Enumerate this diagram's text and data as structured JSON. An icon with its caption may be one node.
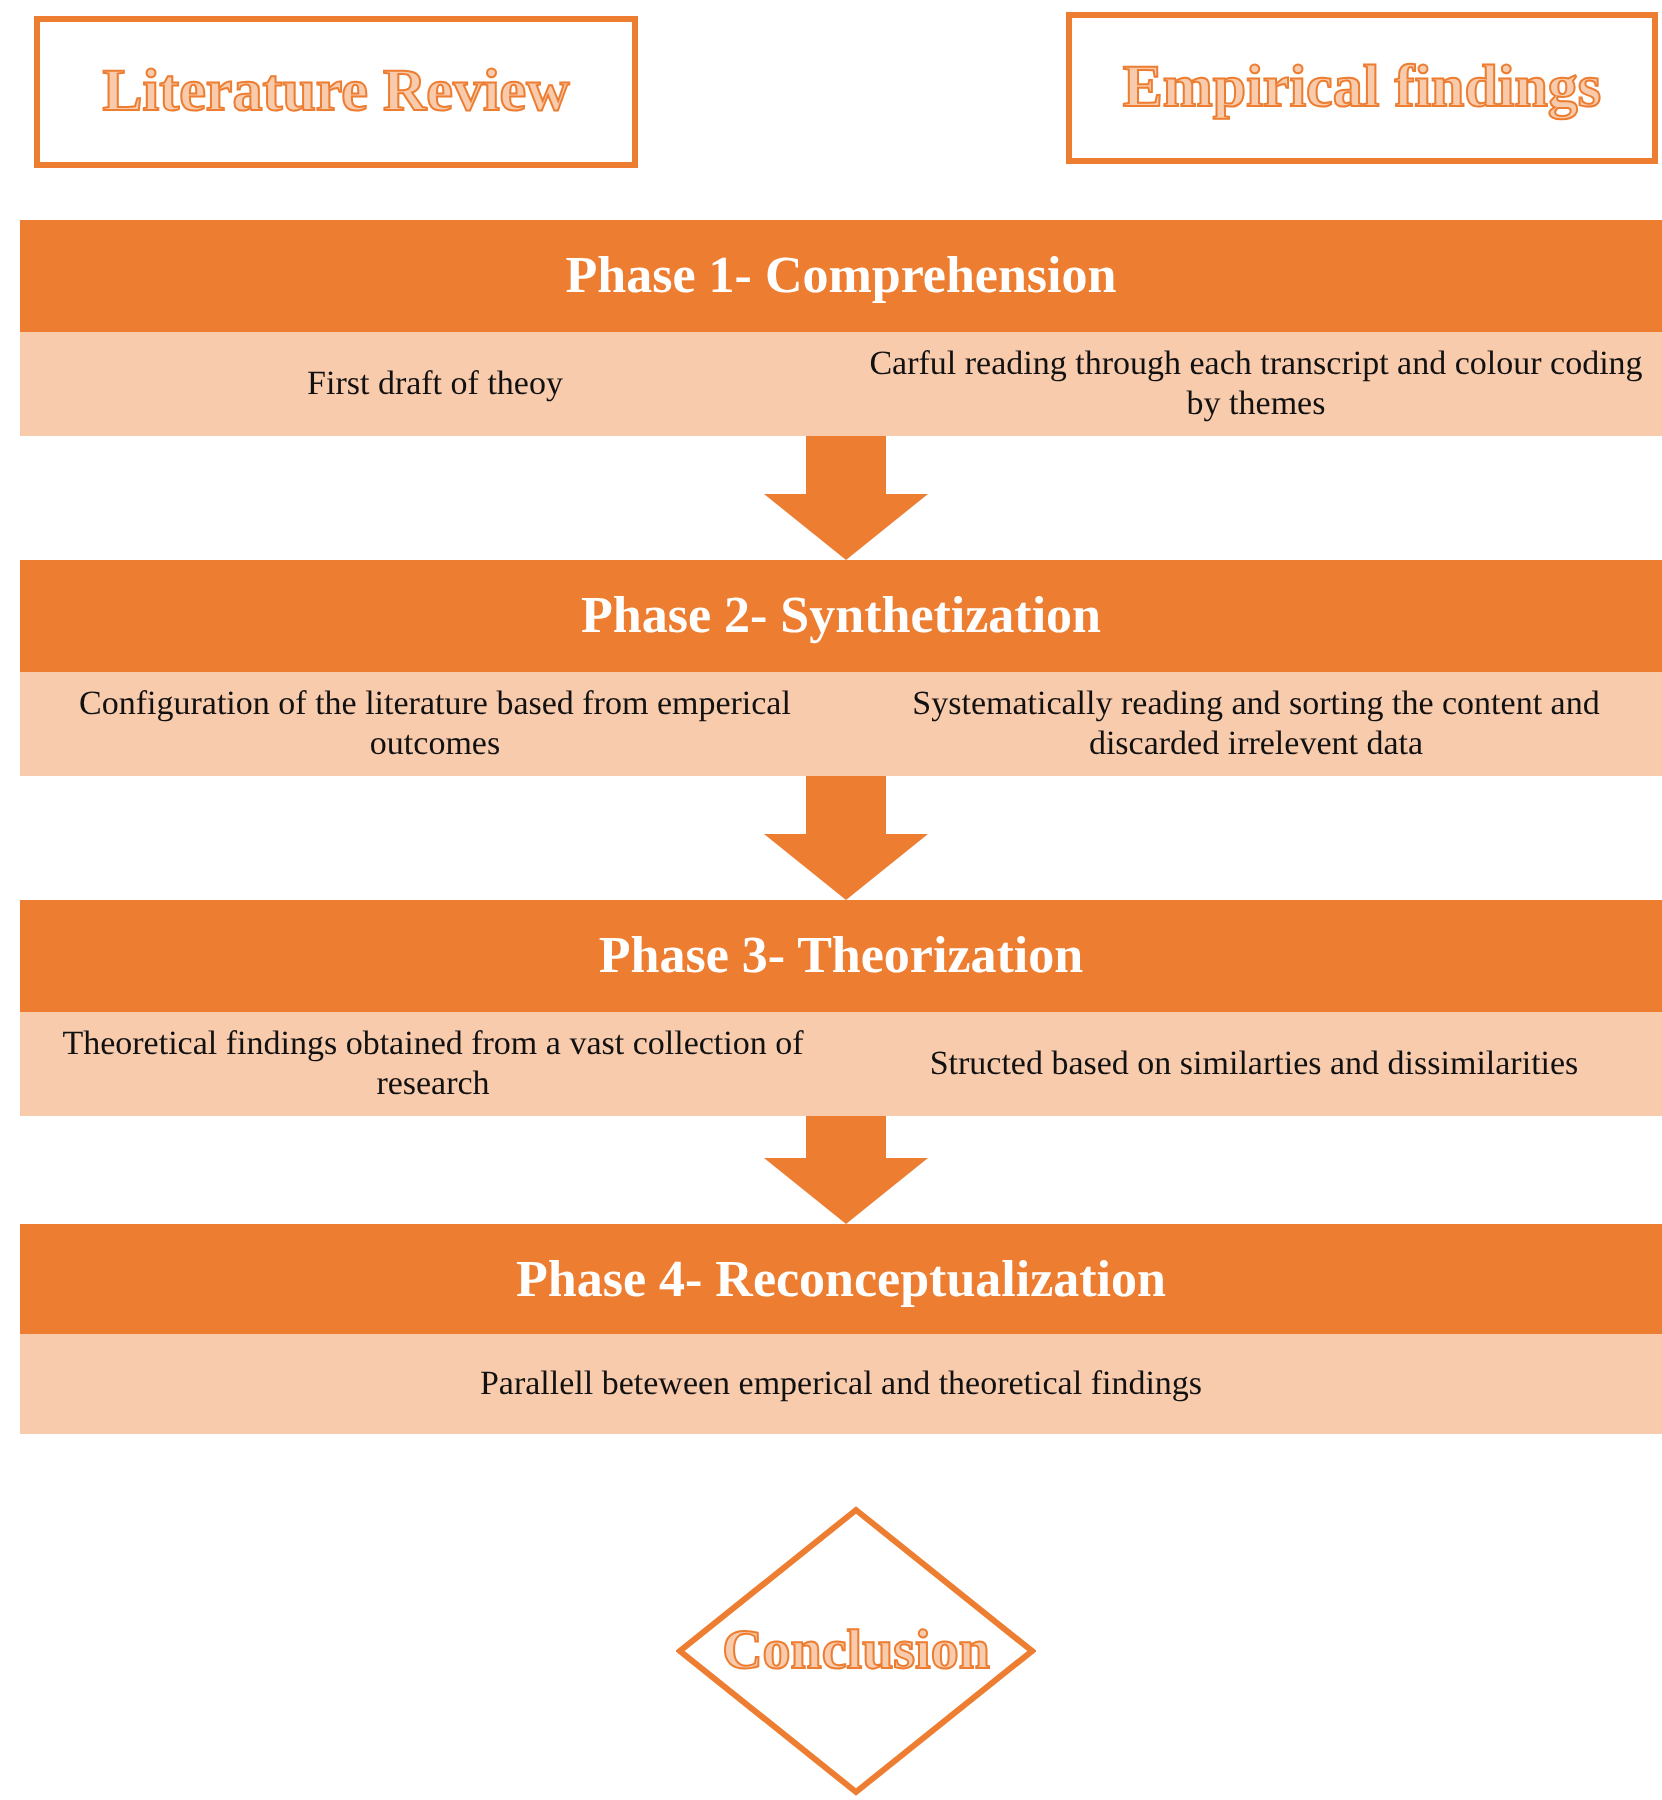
{
  "diagram": {
    "nodes": [
      {
        "text": [
          "Literature Review"
        ]
      },
      {
        "text": [
          "Empirical findings"
        ]
      },
      {
        "text": [
          "Phase 1- Comprehension"
        ]
      },
      {
        "text": [
          "First draft of theoy"
        ],
        "in": 2
      },
      {
        "text": [
          "Carful reading through each transcript and colour coding by themes"
        ],
        "in": 2
      },
      {
        "text": [
          "Phase 2- Synthetization"
        ]
      },
      {
        "text": [
          "Configuration of the literature based from emperical outcomes"
        ],
        "in": 5
      },
      {
        "text": [
          "Systematically reading and sorting the content and discarded irrelevent data"
        ],
        "in": 5
      },
      {
        "text": [
          "Phase 3- Theorization"
        ]
      },
      {
        "text": [
          "Theoretical findings obtained from a vast collection of research"
        ],
        "in": 8
      },
      {
        "text": [
          "Structed based on similarties and dissimilarities"
        ],
        "in": 8
      },
      {
        "text": [
          "Phase 4- Reconceptualization"
        ]
      },
      {
        "text": [
          "Parallell beteween emperical and theoretical findings"
        ],
        "in": 11
      },
      {
        "text": [
          "Conclusion"
        ]
      }
    ],
    "edges": [
      {
        "from": 2,
        "to": 5,
        "arrow": "to"
      },
      {
        "from": 5,
        "to": 8,
        "arrow": "to"
      },
      {
        "from": 8,
        "to": 11,
        "arrow": "to"
      }
    ]
  }
}
